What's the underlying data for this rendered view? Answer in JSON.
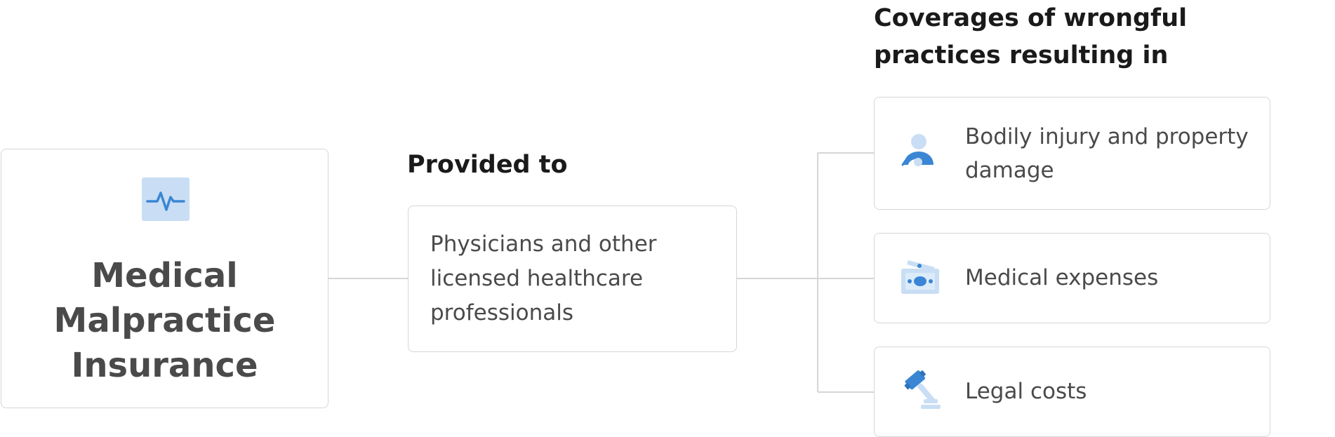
{
  "main": {
    "title": "Medical\nMalpractice\nInsurance",
    "icon": "pulse-icon"
  },
  "provided": {
    "heading": "Provided to",
    "text": "Physicians and other\nlicensed healthcare\nprofessionals"
  },
  "coverages": {
    "heading": "Coverages of wrongful\npractices resulting in",
    "items": [
      {
        "label": "Bodily injury and property\ndamage",
        "icon": "injured-person-icon"
      },
      {
        "label": "Medical expenses",
        "icon": "money-icon"
      },
      {
        "label": "Legal costs",
        "icon": "gavel-icon"
      }
    ]
  },
  "colors": {
    "accent": "#3a86d4",
    "accent_light": "#c9def4",
    "border": "#d6d6d6",
    "heading_text": "#1a1a1a",
    "body_text": "#4a4a4a"
  }
}
